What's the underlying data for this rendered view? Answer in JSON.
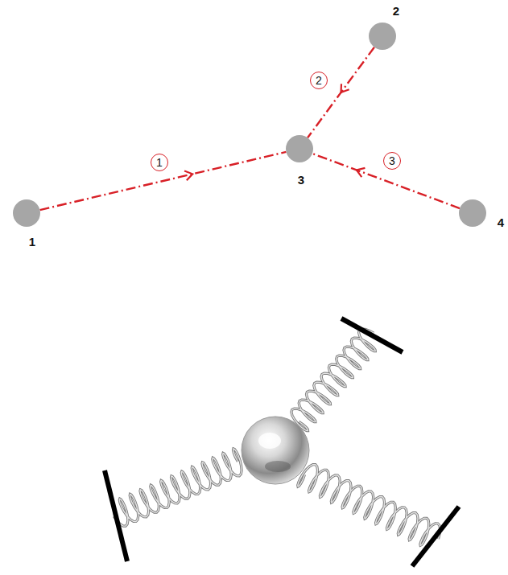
{
  "diagram": {
    "nodes": [
      {
        "text": [
          "1"
        ]
      },
      {
        "text": [
          "2"
        ]
      },
      {
        "text": [
          "3"
        ]
      },
      {
        "text": [
          "4"
        ]
      }
    ],
    "edges": [
      {
        "from": 0,
        "to": 2,
        "arrow": "to",
        "label": "1"
      },
      {
        "from": 1,
        "to": 2,
        "arrow": "to",
        "label": "2"
      },
      {
        "from": 3,
        "to": 2,
        "arrow": "to",
        "label": "3"
      }
    ]
  }
}
